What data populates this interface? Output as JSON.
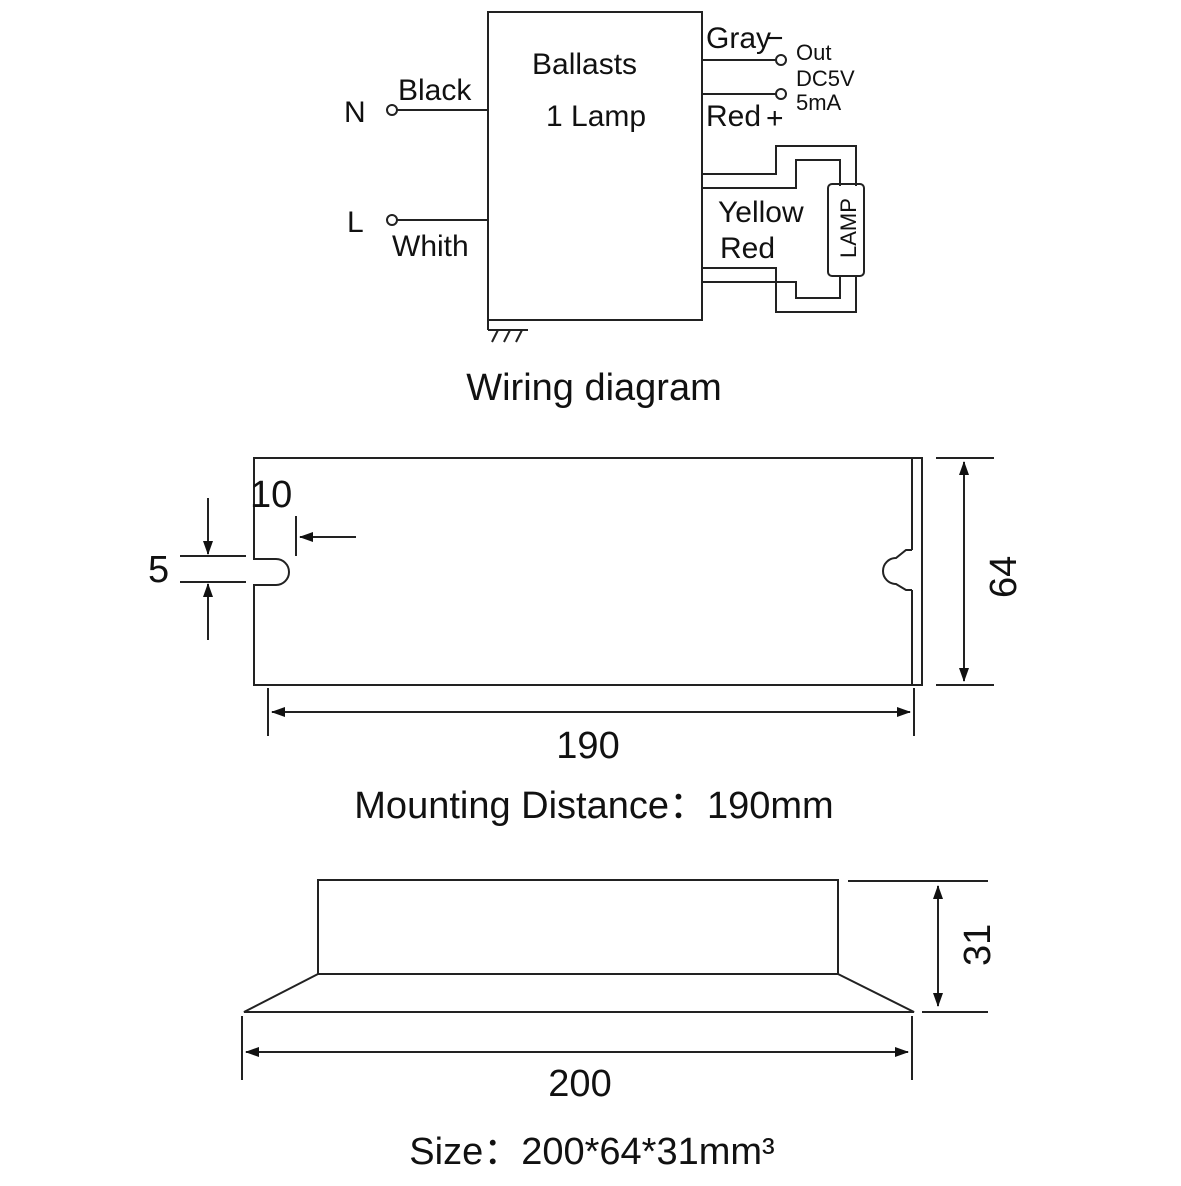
{
  "wiring": {
    "ballast_title": "Ballasts",
    "ballast_subtitle": "1 Lamp",
    "terminal_n": "N",
    "terminal_l": "L",
    "wire_black": "Black",
    "wire_white": "Whith",
    "wire_gray": "Gray",
    "wire_red_top": "Red",
    "minus_sign": "−",
    "plus_sign": "+",
    "out_label": "Out",
    "voltage_label": "DC5V",
    "current_label": "5mA",
    "wire_yellow": "Yellow",
    "wire_red_lamp": "Red",
    "lamp_label": "LAMP",
    "caption": "Wiring diagram"
  },
  "mounting": {
    "dim_slot": "5",
    "dim_edge": "10",
    "dim_height": "64",
    "dim_length": "190",
    "caption": "Mounting  Distance：190mm"
  },
  "side_view": {
    "dim_height": "31",
    "dim_length": "200",
    "caption": "Size：200*64*31mm³"
  }
}
